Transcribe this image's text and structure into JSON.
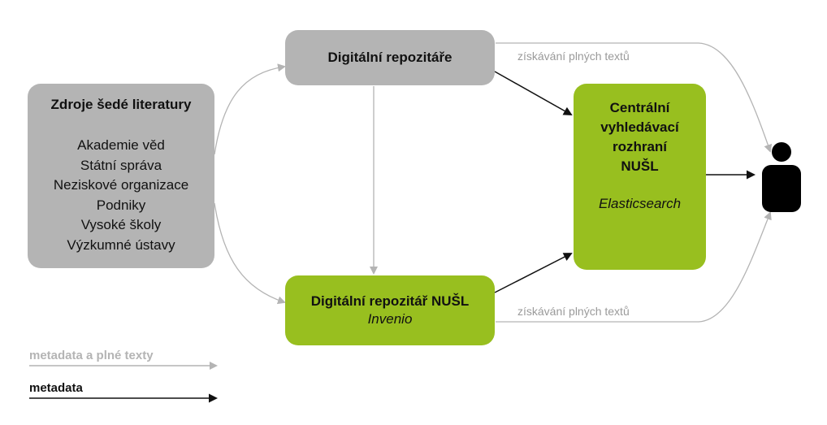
{
  "sources": {
    "title": "Zdroje šedé literatury",
    "items": [
      "Akademie věd",
      "Státní správa",
      "Neziskové organizace",
      "Podniky",
      "Vysoké školy",
      "Výzkumné ústavy"
    ]
  },
  "repositories": {
    "label": "Digitální repozitáře"
  },
  "nusl_repository": {
    "label": "Digitální repozitář NUŠL",
    "software": "Invenio"
  },
  "central": {
    "lines": [
      "Centrální",
      "vyhledávací",
      "rozhraní",
      "NUŠL"
    ],
    "software": "Elasticsearch"
  },
  "fulltext_label_top": "získávání plných textů",
  "fulltext_label_bottom": "získávání plných textů",
  "legend": {
    "metadata_fulltext": "metadata a plné texty",
    "metadata": "metadata"
  },
  "colors": {
    "gray_box": "#b4b4b4",
    "green_box": "#98bf1f",
    "gray_arrow": "#b4b4b4",
    "black_arrow": "#111111"
  },
  "icons": {
    "user": "person-icon"
  }
}
